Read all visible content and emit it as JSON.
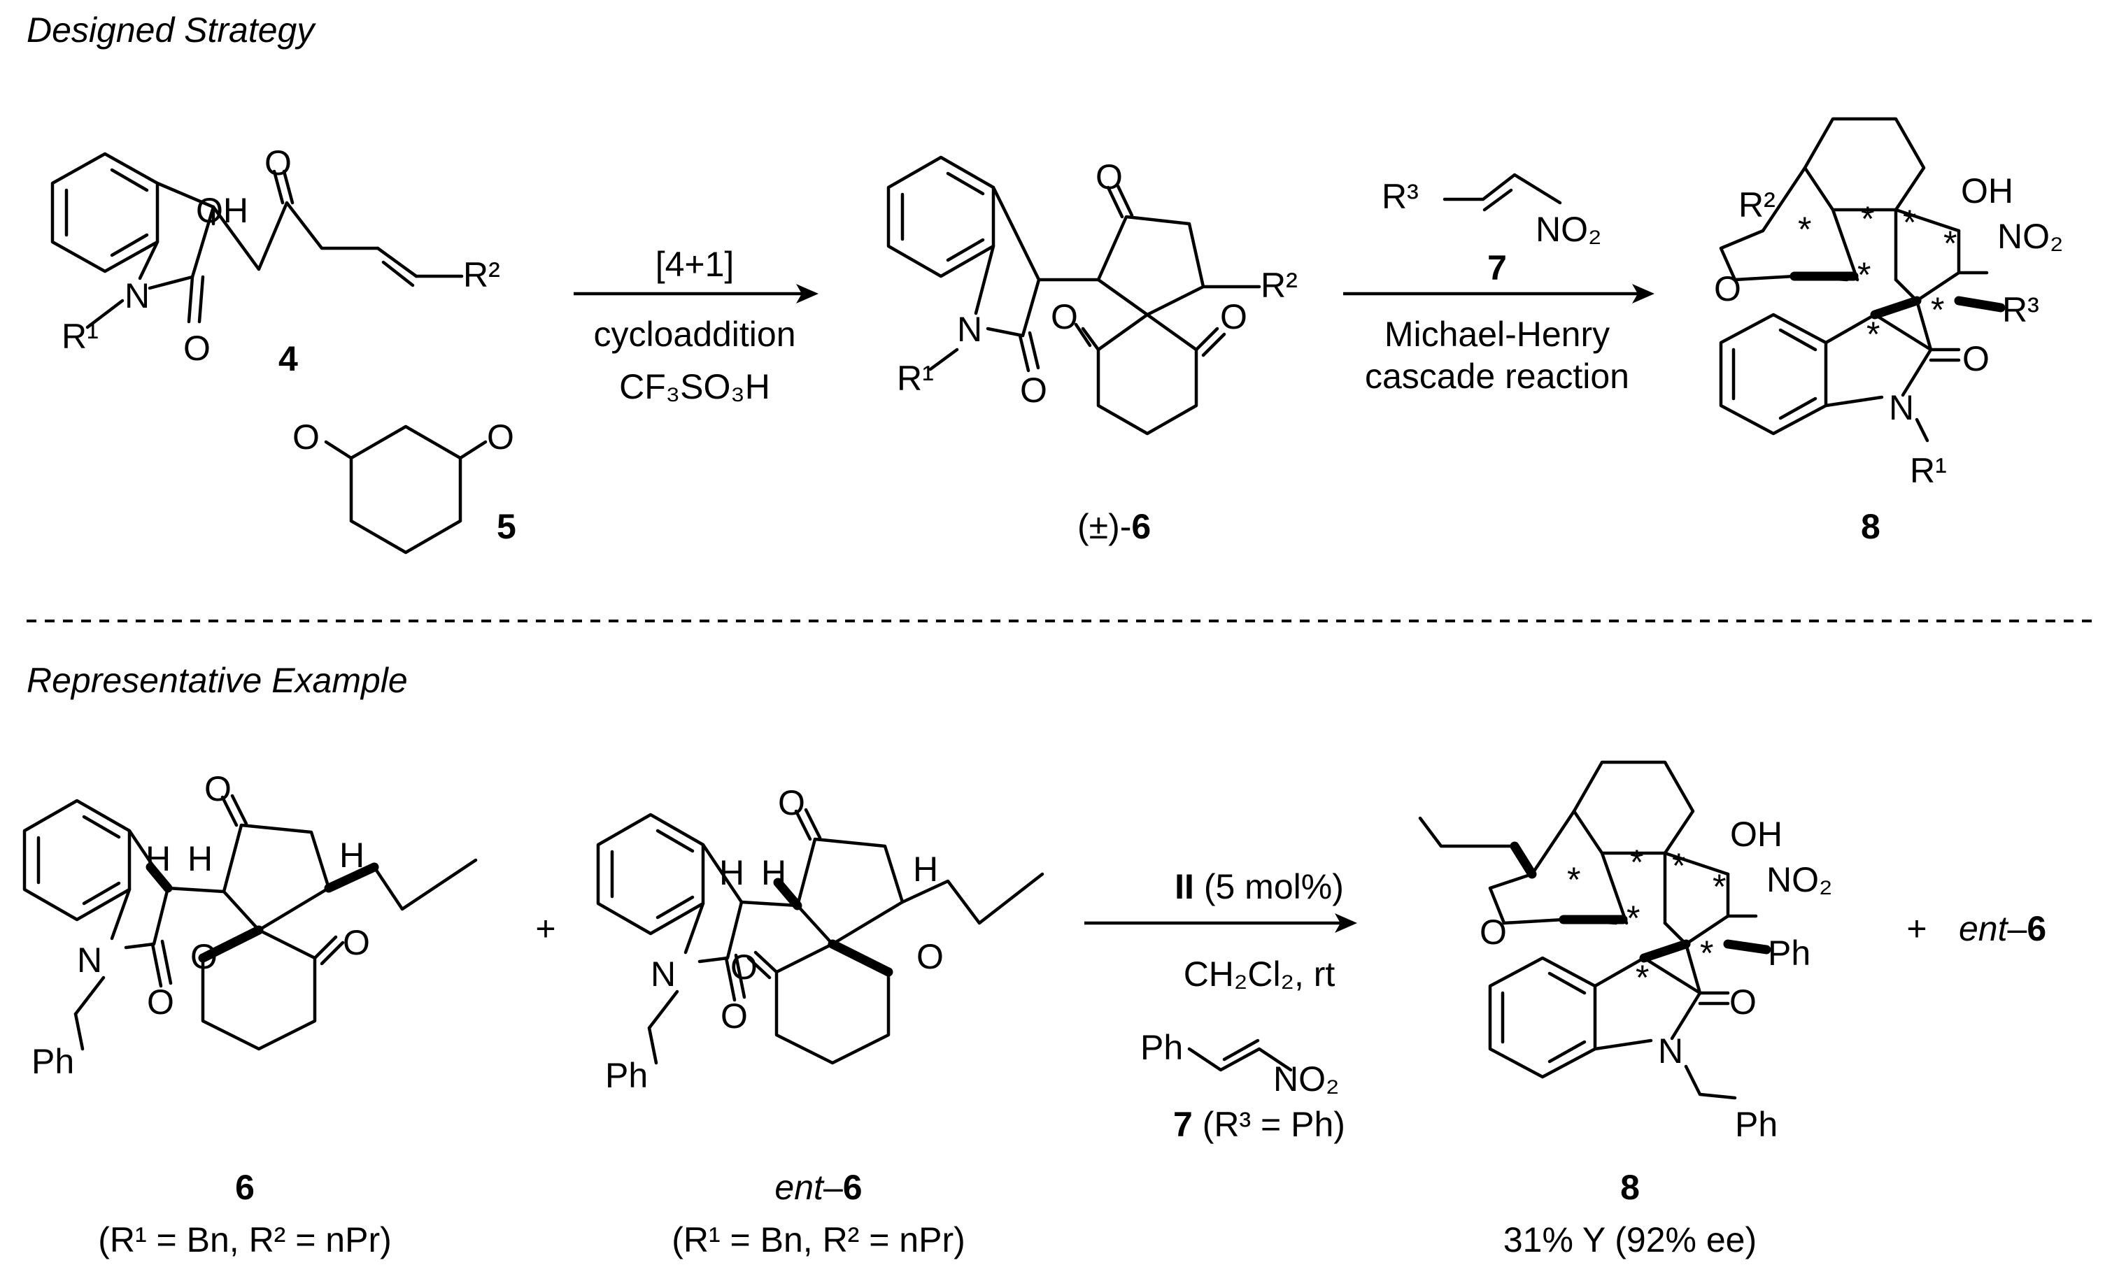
{
  "headings": {
    "designed": "Designed Strategy",
    "representative": "Representative Example"
  },
  "compounds": {
    "c4": {
      "number": "4"
    },
    "c5": {
      "number": "5"
    },
    "c6rac": {
      "prefix": "(±)-",
      "number": "6"
    },
    "c7": {
      "number": "7"
    },
    "c8": {
      "number": "8"
    },
    "ex6": {
      "number": "6",
      "cond": "(R¹ = Bn, R² = nPr)"
    },
    "exent": {
      "prefix": "ent",
      "dash": "–",
      "number": "6",
      "cond": "(R¹ = Bn, R² = nPr)"
    },
    "ex8": {
      "number": "8",
      "yield": "31% Y (92% ee)"
    }
  },
  "step1": {
    "line1": "[4+1]",
    "line2": "cycloaddition",
    "reagent": "CF₃SO₃H"
  },
  "step2": {
    "reagent_number": "7",
    "line1": "Michael-Henry",
    "line2": "cascade reaction"
  },
  "step3": {
    "catalyst": "II",
    "loading": "(5 mol%)",
    "conditions": "CH₂Cl₂, rt",
    "reagent_number": "7",
    "reagent_def": "(R³ = Ph)"
  },
  "atoms": {
    "OH": "OH",
    "O": "O",
    "N": "N",
    "H": "H",
    "NO2": "NO₂",
    "Ph": "Ph",
    "R1": "R¹",
    "R2": "R²",
    "R3": "R³",
    "star": "*"
  },
  "plus": "+",
  "byproduct": {
    "prefix": "ent",
    "dash": "–",
    "number": "6"
  }
}
